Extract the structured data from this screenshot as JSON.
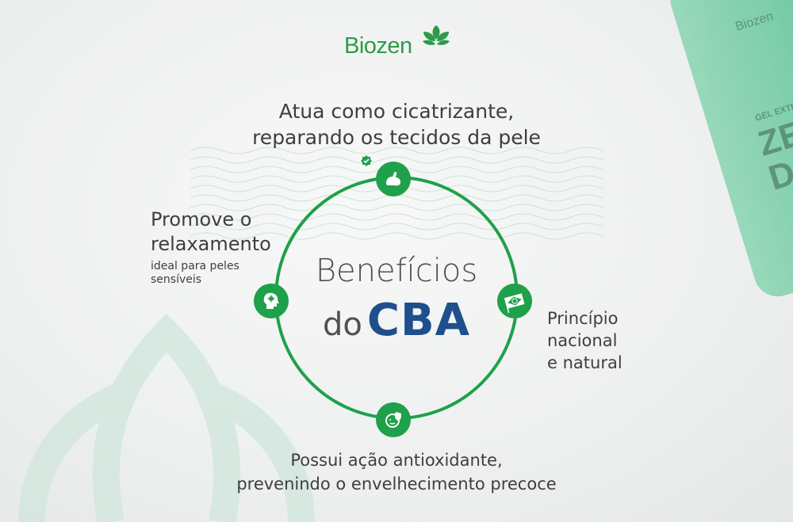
{
  "brand": {
    "name": "Biozen"
  },
  "center": {
    "line1": "Benefícios",
    "line2_prefix": "do",
    "line2_emphasis": "CBA"
  },
  "benefits": {
    "top": {
      "line1": "Atua como cicatrizante,",
      "line2": "reparando os tecidos da pele",
      "icon": "flexed-arm-icon"
    },
    "right": {
      "line1": "Princípio",
      "line2": "nacional",
      "line3": "e natural",
      "icon": "brazil-flag-icon"
    },
    "bottom": {
      "line1": "Possui ação antioxidante,",
      "line2": "prevenindo o envelhecimento precoce",
      "icon": "face-shield-icon"
    },
    "left": {
      "line1": "Promove o",
      "line2": "relaxamento",
      "line3": "ideal para peles",
      "line4": "sensíveis",
      "icon": "calm-head-icon"
    }
  },
  "product": {
    "brand": "Biozen",
    "label": "GEL EXTRAT",
    "big1": "ZER",
    "big2": "DO"
  },
  "colors": {
    "brand_green": "#2e9a48",
    "node_green": "#1fa04a",
    "cba_blue": "#1f4f8c"
  }
}
